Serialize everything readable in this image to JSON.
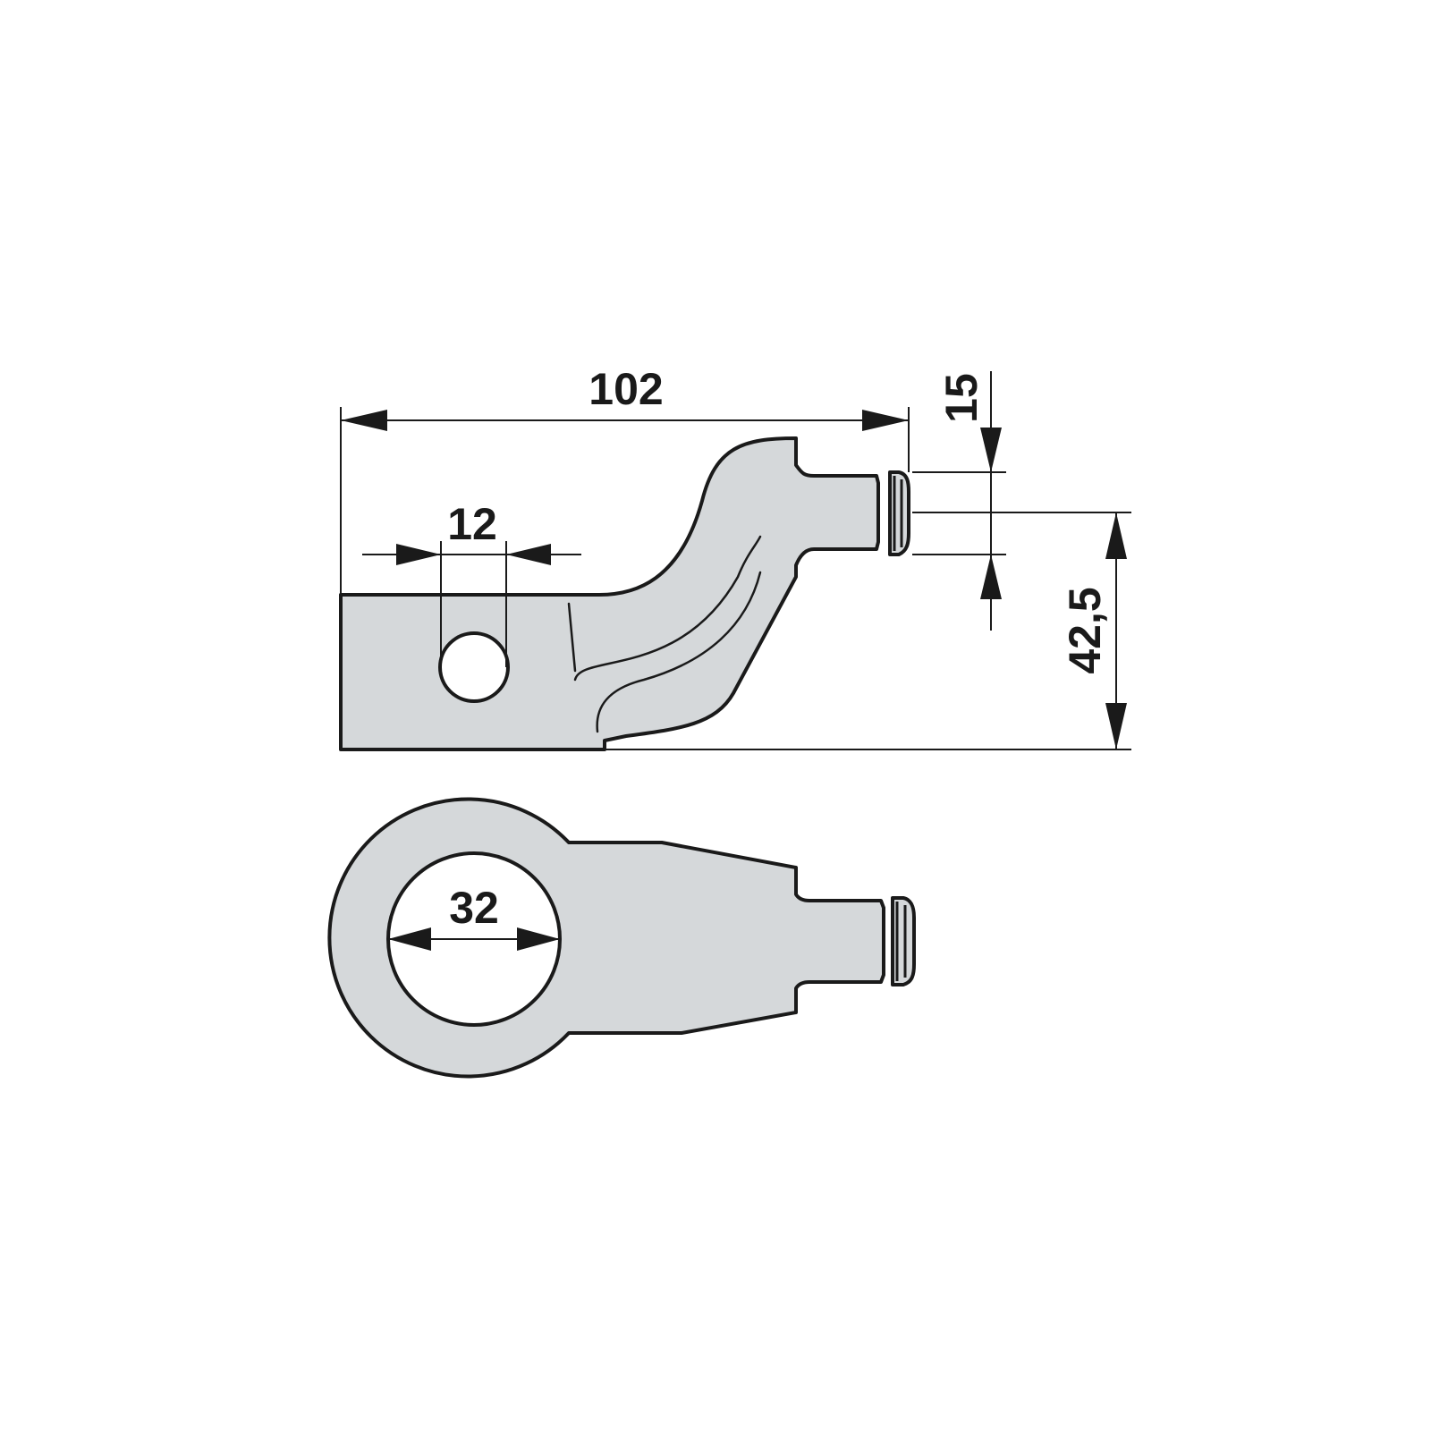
{
  "dimensions": {
    "overall_length": "102",
    "bolt_hole": "12",
    "pin_diameter": "15",
    "height": "42,5",
    "eye_bore": "32"
  },
  "colors": {
    "part_fill": "#d5d8da",
    "line": "#1a1a1a",
    "background": "#ffffff"
  }
}
